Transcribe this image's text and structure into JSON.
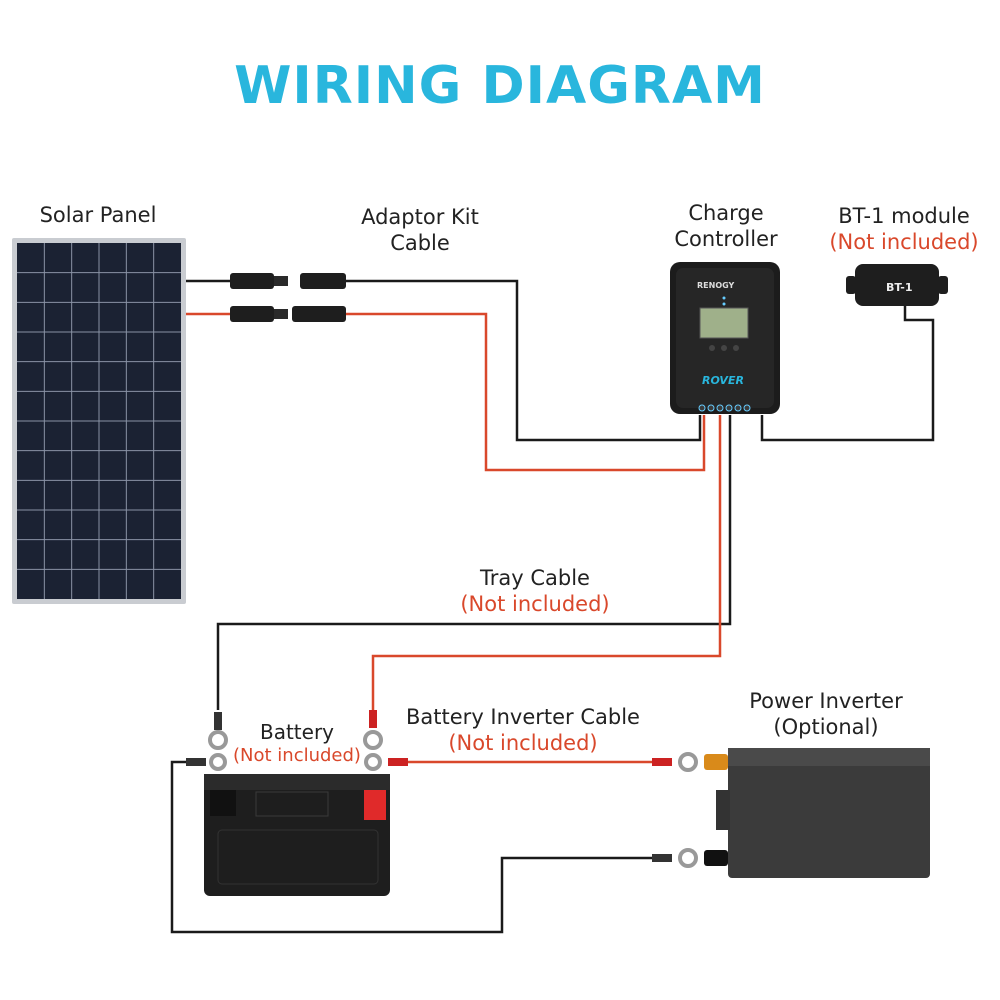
{
  "title": "WIRING DIAGRAM",
  "colors": {
    "title": "#29b6dd",
    "wire_positive": "#d9482b",
    "wire_negative": "#1a1a1a",
    "note": "#d9482b",
    "panel_cell": "#1b2233",
    "panel_frame": "#c9ccd1"
  },
  "components": {
    "solar_panel": {
      "label": "Solar Panel"
    },
    "adaptor_kit": {
      "label_line1": "Adaptor Kit",
      "label_line2": "Cable"
    },
    "charge_controller": {
      "label_line1": "Charge",
      "label_line2": "Controller",
      "brand": "RENOGY",
      "model": "ROVER"
    },
    "bt1_module": {
      "label": "BT-1 module",
      "note": "(Not included)",
      "device_text": "BT-1"
    },
    "tray_cable": {
      "label": "Tray Cable",
      "note": "(Not included)"
    },
    "battery": {
      "label": "Battery",
      "note": "(Not included)"
    },
    "battery_inverter_cable": {
      "label": "Battery Inverter Cable",
      "note": "(Not included)"
    },
    "power_inverter": {
      "label_line1": "Power Inverter",
      "label_line2": "(Optional)"
    }
  }
}
